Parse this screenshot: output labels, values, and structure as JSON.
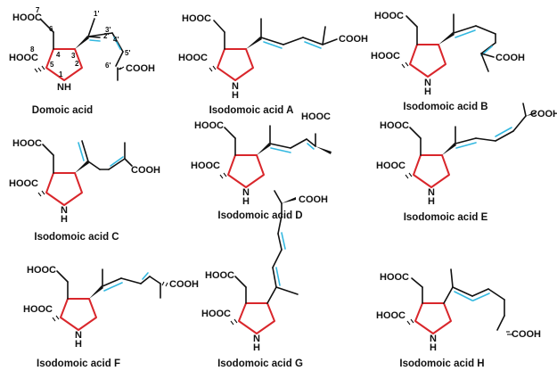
{
  "groups": {
    "cooh_left": "HOOC",
    "cooh_right": "COOH",
    "nh": "NH",
    "n": "N",
    "h": "H"
  },
  "numbering": {
    "c1": "1",
    "c2": "2",
    "c3": "3",
    "c4": "4",
    "c5": "5",
    "c6": "6",
    "c7": "7",
    "c8": "8",
    "c1p": "1'",
    "c2p": "2'",
    "c3p": "3'",
    "c4p": "4'",
    "c5p": "5'",
    "c6p": "6'"
  },
  "molecules": [
    {
      "name": "Domoic acid"
    },
    {
      "name": "Isodomoic acid A"
    },
    {
      "name": "Isodomoic acid B"
    },
    {
      "name": "Isodomoic acid C"
    },
    {
      "name": "Isodomoic acid D"
    },
    {
      "name": "Isodomoic acid E"
    },
    {
      "name": "Isodomoic acid F"
    },
    {
      "name": "Isodomoic acid G"
    },
    {
      "name": "Isodomoic acid H"
    }
  ],
  "colors": {
    "ring": "#d9262b",
    "double_bond": "#33b8e0",
    "bond": "#111111"
  }
}
